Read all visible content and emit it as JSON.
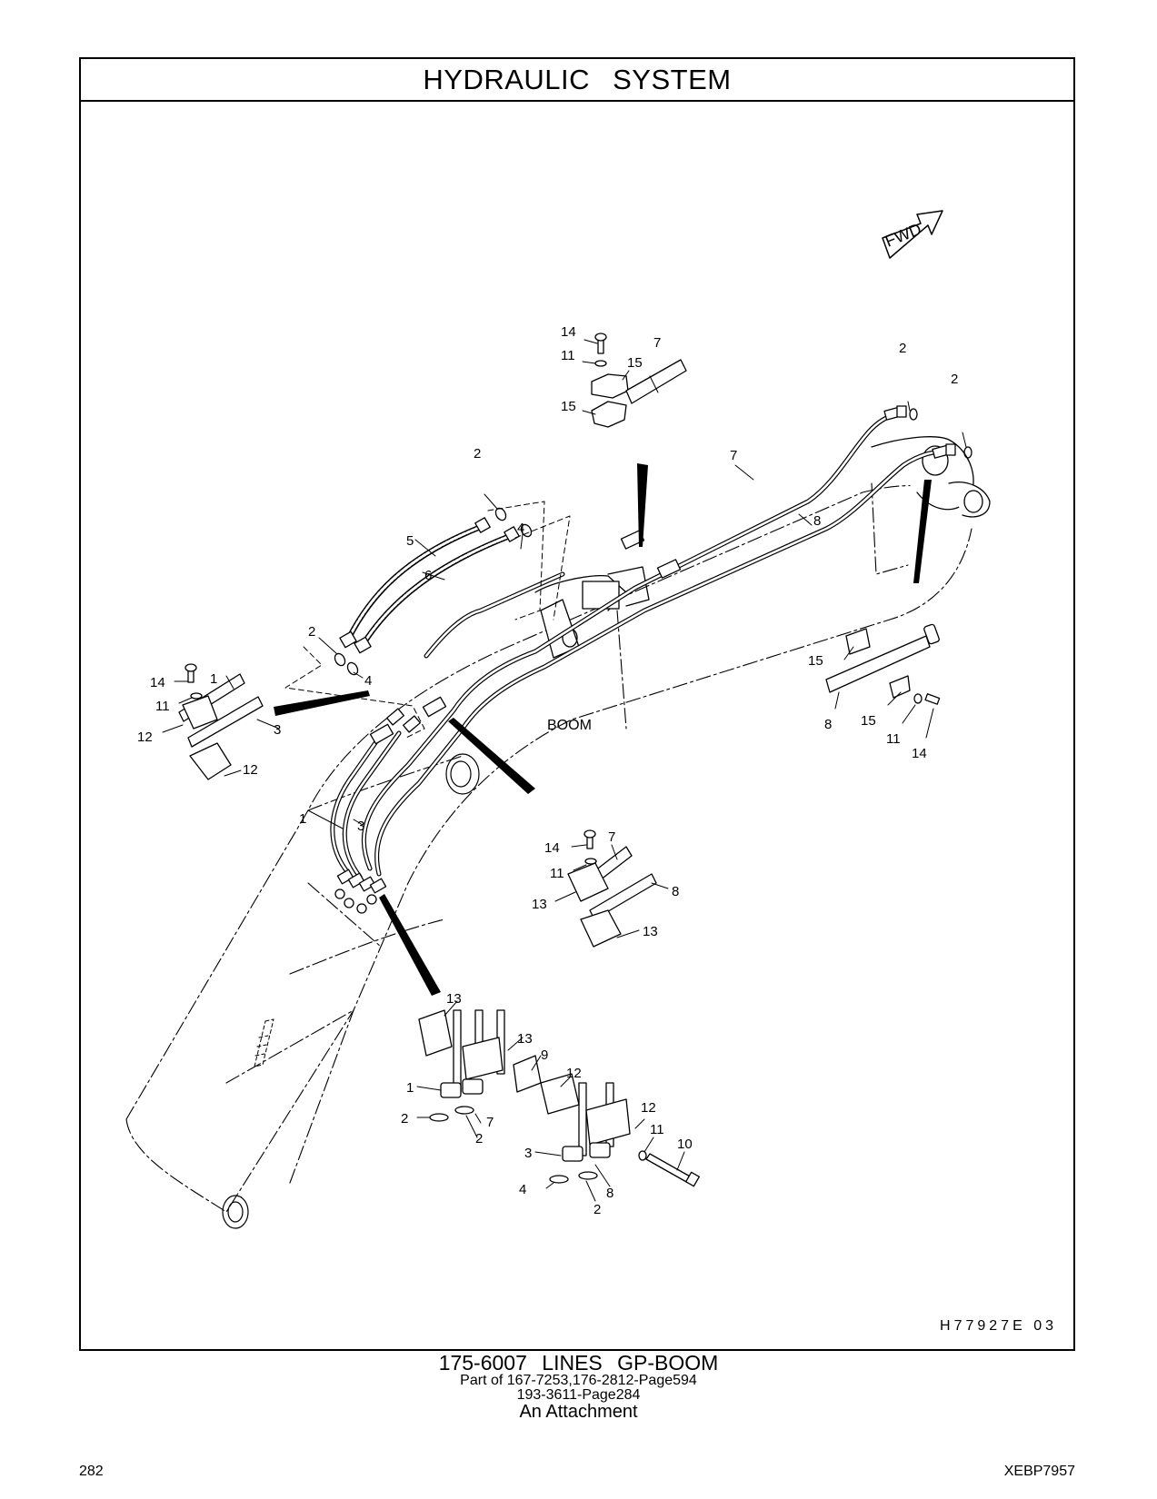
{
  "header": {
    "title": "HYDRAULIC SYSTEM"
  },
  "diagram": {
    "direction_label": "FWD",
    "component_label": "BOOM",
    "drawing_number": "H77927E   03",
    "callout_labels": [
      "1",
      "2",
      "3",
      "4",
      "5",
      "6",
      "7",
      "8",
      "9",
      "10",
      "11",
      "12",
      "13",
      "14",
      "15"
    ]
  },
  "caption": {
    "title": "175-6007 LINES GP-BOOM",
    "line2": "Part of 167-7253,176-2812-Page594",
    "line3": "193-3611-Page284",
    "line4": "An Attachment"
  },
  "footer": {
    "page_number": "282",
    "document_id": "XEBP7957"
  }
}
